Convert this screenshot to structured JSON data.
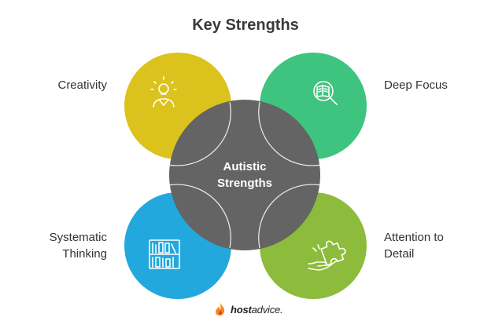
{
  "title": "Key Strengths",
  "center": {
    "line1": "Autistic",
    "line2": "Strengths"
  },
  "petals": [
    {
      "id": "creativity",
      "label_lines": [
        "Creativity"
      ],
      "color": "#dcc21c",
      "icon": "lightbulb-person-icon"
    },
    {
      "id": "deep-focus",
      "label_lines": [
        "Deep Focus"
      ],
      "color": "#3fc47f",
      "icon": "magnifier-book-icon"
    },
    {
      "id": "systematic-thinking",
      "label_lines": [
        "Systematic",
        "Thinking"
      ],
      "color": "#22a8dc",
      "icon": "bookshelf-icon"
    },
    {
      "id": "attention-to-detail",
      "label_lines": [
        "Attention to",
        "Detail"
      ],
      "color": "#8dbb3c",
      "icon": "puzzle-hand-icon"
    }
  ],
  "center_color": "#646464",
  "logo": {
    "bold": "host",
    "rest": "advice."
  }
}
